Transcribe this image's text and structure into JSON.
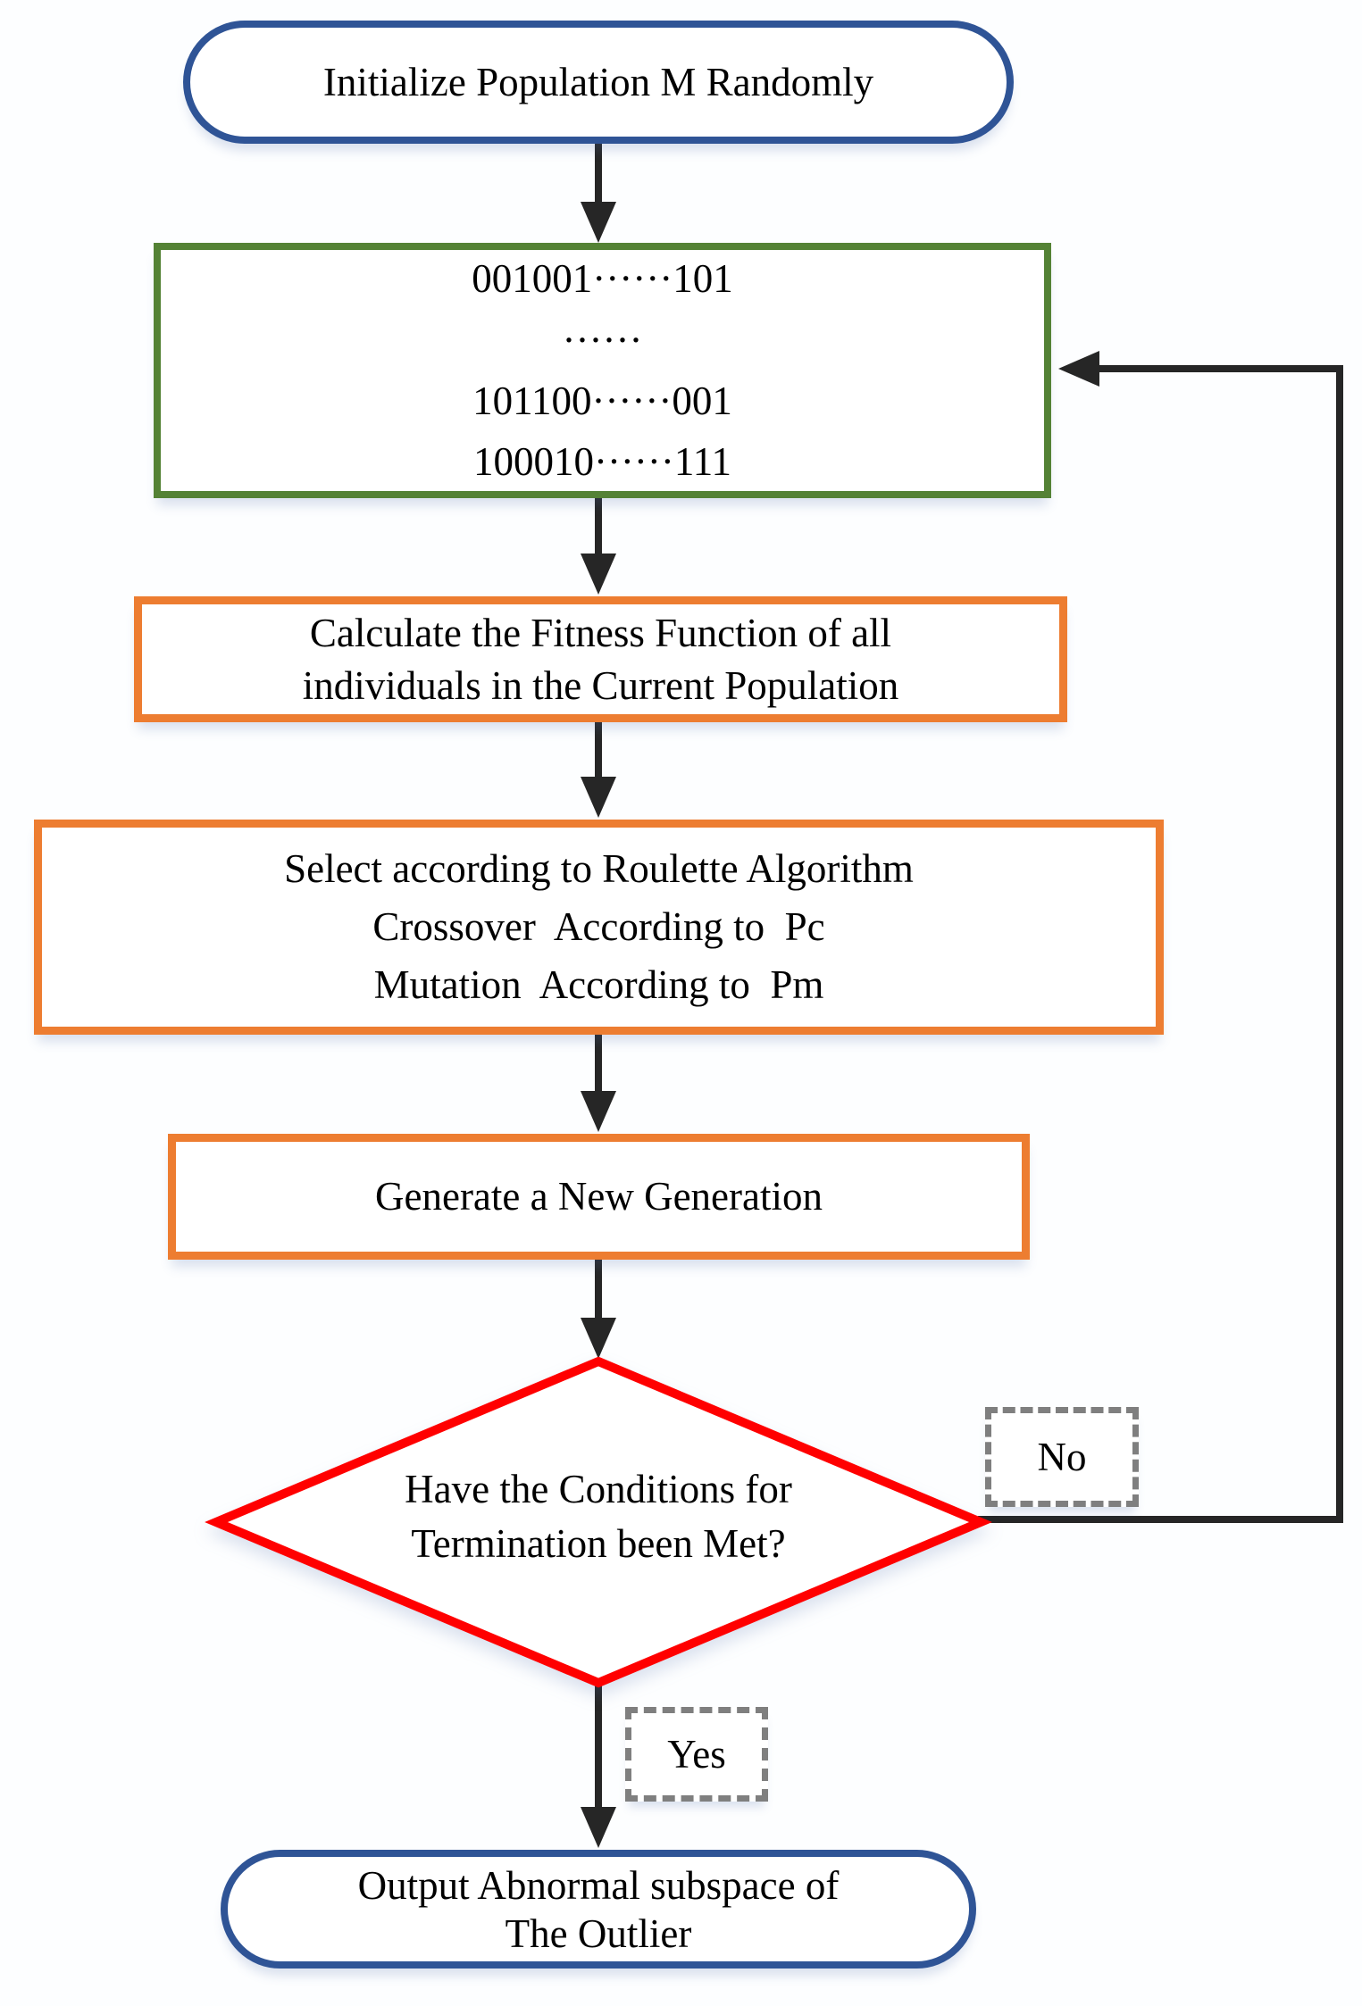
{
  "title": "Genetic Algorithm Flowchart",
  "colors": {
    "blue": "#2F5496",
    "green": "#548235",
    "orange": "#ED7D31",
    "red": "#FF0000",
    "gray": "#7F7F7F",
    "ink": "#262626"
  },
  "nodes": {
    "start": {
      "label": "Initialize Population M Randomly"
    },
    "population": {
      "lines": [
        "001001······101",
        "······",
        "101100······001",
        "100010······111"
      ]
    },
    "fitness": {
      "lines": [
        "Calculate the Fitness Function of all",
        "individuals in the Current Population"
      ]
    },
    "operators": {
      "lines": [
        "Select according to Roulette Algorithm",
        "Crossover  According to  Pc",
        "Mutation  According to  Pm"
      ]
    },
    "generation": {
      "label": "Generate a New Generation"
    },
    "decision": {
      "lines": [
        "Have the Conditions for",
        "Termination been Met?"
      ]
    },
    "end": {
      "lines": [
        "Output Abnormal subspace of",
        "The Outlier"
      ]
    }
  },
  "edges": {
    "no_label": "No",
    "yes_label": "Yes"
  }
}
